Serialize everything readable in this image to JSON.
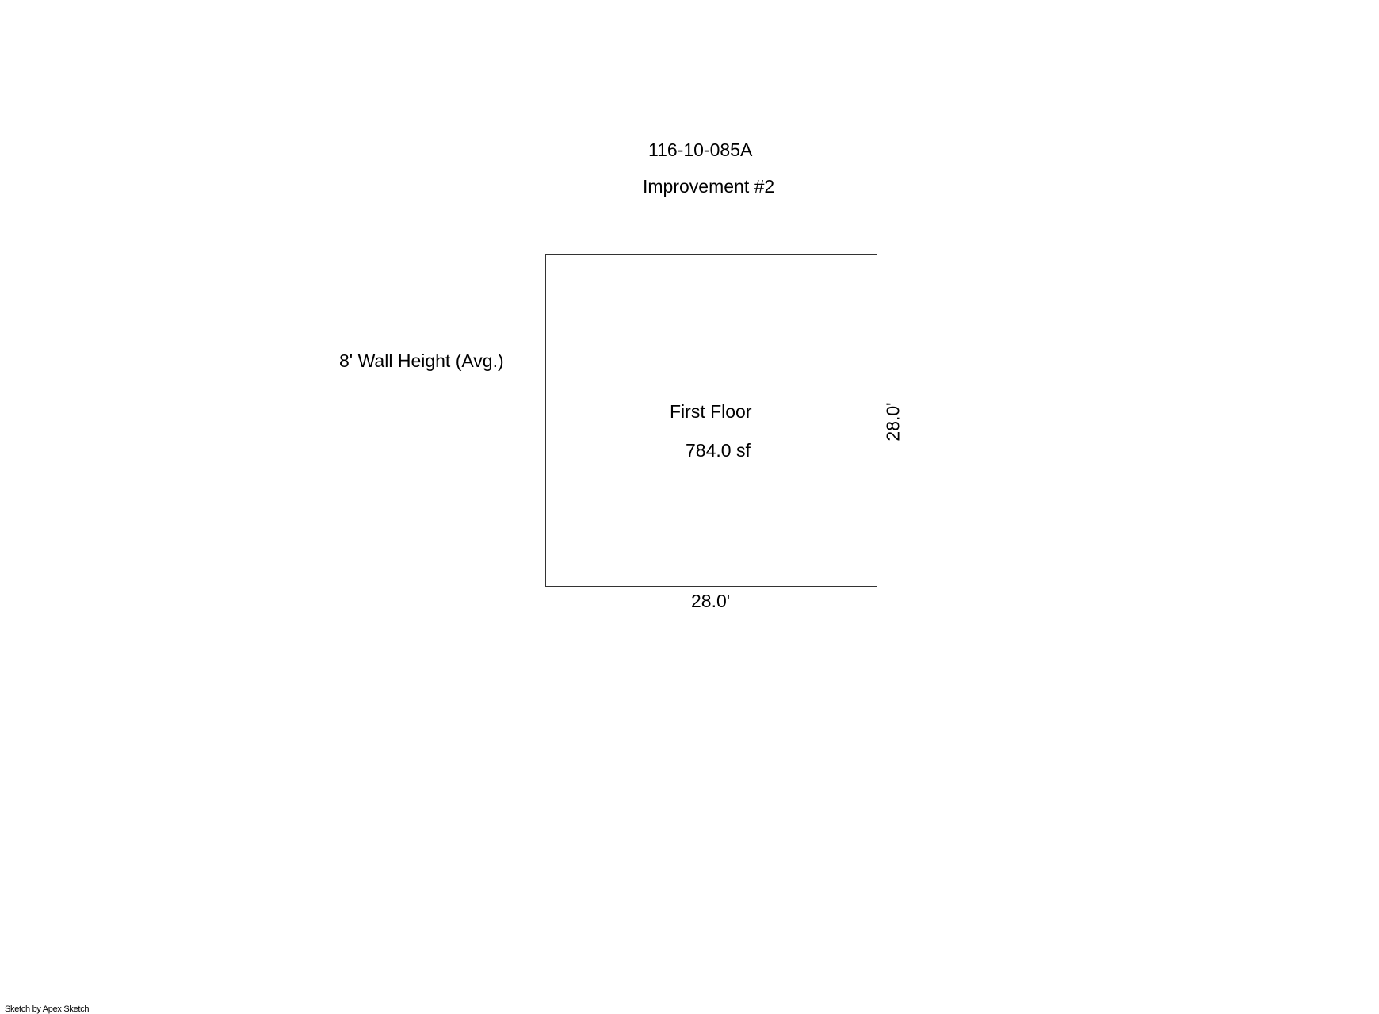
{
  "sketch": {
    "parcel_id": "116-10-085A",
    "improvement_label": "Improvement #2",
    "wall_height_note": "8' Wall Height (Avg.)",
    "area": {
      "name": "First Floor",
      "size": "784.0 sf",
      "width_dimension": "28.0'",
      "depth_dimension": "28.0'"
    },
    "credit": "Sketch by Apex Sketch"
  },
  "colors": {
    "outline": "#333333",
    "text": "#000000",
    "background": "#ffffff"
  }
}
